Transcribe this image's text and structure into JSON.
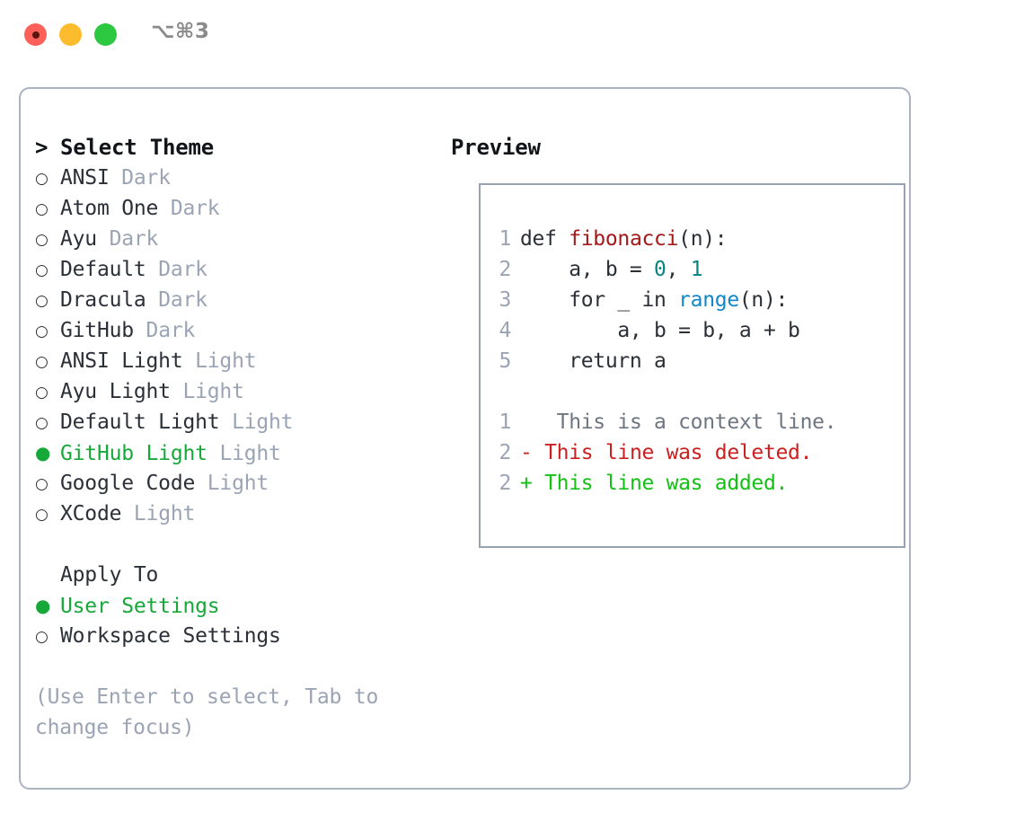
{
  "window": {
    "traffic_lights": [
      "close",
      "minimize",
      "maximize"
    ],
    "shortcut_label": "⌥⌘3"
  },
  "colors": {
    "accent_green": "#17a83a",
    "badge_grey": "#9aa4b4",
    "border": "#aab3c2",
    "preview_border": "#96a2b2",
    "text": "#2b3038",
    "diff_added": "#13c013",
    "diff_deleted": "#cc1f1f",
    "diff_context": "#6e7681",
    "syntax_function": "#a61717",
    "syntax_number": "#08837f",
    "syntax_call": "#1187c9"
  },
  "theme_list": {
    "caret": ">",
    "header": "Select Theme",
    "items": [
      {
        "marker": "○",
        "name": "ANSI",
        "badge": "Dark",
        "selected": false
      },
      {
        "marker": "○",
        "name": "Atom One",
        "badge": "Dark",
        "selected": false
      },
      {
        "marker": "○",
        "name": "Ayu",
        "badge": "Dark",
        "selected": false
      },
      {
        "marker": "○",
        "name": "Default",
        "badge": "Dark",
        "selected": false
      },
      {
        "marker": "○",
        "name": "Dracula",
        "badge": "Dark",
        "selected": false
      },
      {
        "marker": "○",
        "name": "GitHub",
        "badge": "Dark",
        "selected": false
      },
      {
        "marker": "○",
        "name": "ANSI Light",
        "badge": "Light",
        "selected": false
      },
      {
        "marker": "○",
        "name": "Ayu Light",
        "badge": "Light",
        "selected": false
      },
      {
        "marker": "○",
        "name": "Default Light",
        "badge": "Light",
        "selected": false
      },
      {
        "marker": "●",
        "name": "GitHub Light",
        "badge": "Light",
        "selected": true
      },
      {
        "marker": "○",
        "name": "Google Code",
        "badge": "Light",
        "selected": false
      },
      {
        "marker": "○",
        "name": "XCode",
        "badge": "Light",
        "selected": false
      }
    ]
  },
  "apply_to": {
    "header": "Apply To",
    "items": [
      {
        "marker": "●",
        "name": "User Settings",
        "selected": true
      },
      {
        "marker": "○",
        "name": "Workspace Settings",
        "selected": false
      }
    ]
  },
  "hint": "(Use Enter to select, Tab to change focus)",
  "preview": {
    "title": "Preview",
    "code": [
      {
        "num": "1",
        "segments": [
          {
            "text": "def ",
            "kind": "plain"
          },
          {
            "text": "fibonacci",
            "kind": "fn"
          },
          {
            "text": "(n):",
            "kind": "plain"
          }
        ]
      },
      {
        "num": "2",
        "segments": [
          {
            "text": "    a, b = ",
            "kind": "plain"
          },
          {
            "text": "0",
            "kind": "num"
          },
          {
            "text": ", ",
            "kind": "plain"
          },
          {
            "text": "1",
            "kind": "num"
          }
        ]
      },
      {
        "num": "3",
        "segments": [
          {
            "text": "    for _ in ",
            "kind": "plain"
          },
          {
            "text": "range",
            "kind": "call"
          },
          {
            "text": "(n):",
            "kind": "plain"
          }
        ]
      },
      {
        "num": "4",
        "segments": [
          {
            "text": "        a, b = b, a + b",
            "kind": "plain"
          }
        ]
      },
      {
        "num": "5",
        "segments": [
          {
            "text": "    return a",
            "kind": "plain"
          }
        ]
      }
    ],
    "diff": [
      {
        "num": "1",
        "sign": " ",
        "text": "  This is a context line.",
        "kind": "ctx"
      },
      {
        "num": "2",
        "sign": "-",
        "text": " This line was deleted.",
        "kind": "del"
      },
      {
        "num": "2",
        "sign": "+",
        "text": " This line was added.",
        "kind": "add"
      }
    ]
  }
}
